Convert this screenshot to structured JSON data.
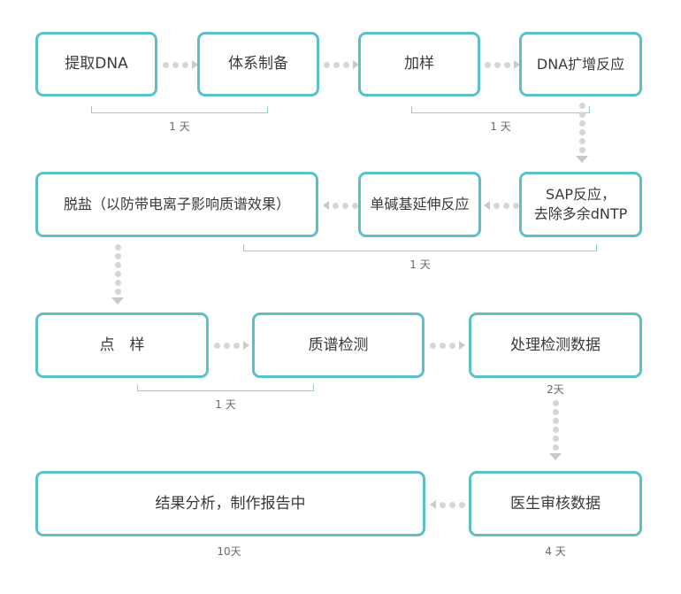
{
  "steps": {
    "extract_dna": "提取DNA",
    "system_prep": "体系制备",
    "add_sample": "加样",
    "dna_amp": "DNA扩增反应",
    "sap_line1": "SAP反应，",
    "sap_line2": "去除多余dNTP",
    "single_base": "单碱基延伸反应",
    "desalt": "脱盐（以防带电离子影响质谱效果）",
    "spotting": "点　样",
    "ms_detect": "质谱检测",
    "process_data": "处理检测数据",
    "doctor_review": "医生审核数据",
    "result_analysis": "结果分析，制作报告中"
  },
  "durations": {
    "row1_a": "1 天",
    "row1_b": "1 天",
    "row2": "1 天",
    "row3_a": "1 天",
    "row3_b": "2天",
    "row4_a": "10天",
    "row4_b": "4 天"
  },
  "colors": {
    "border": "#5bc0c7",
    "connector": "#d6d6d6",
    "text": "#3a3a3a"
  }
}
